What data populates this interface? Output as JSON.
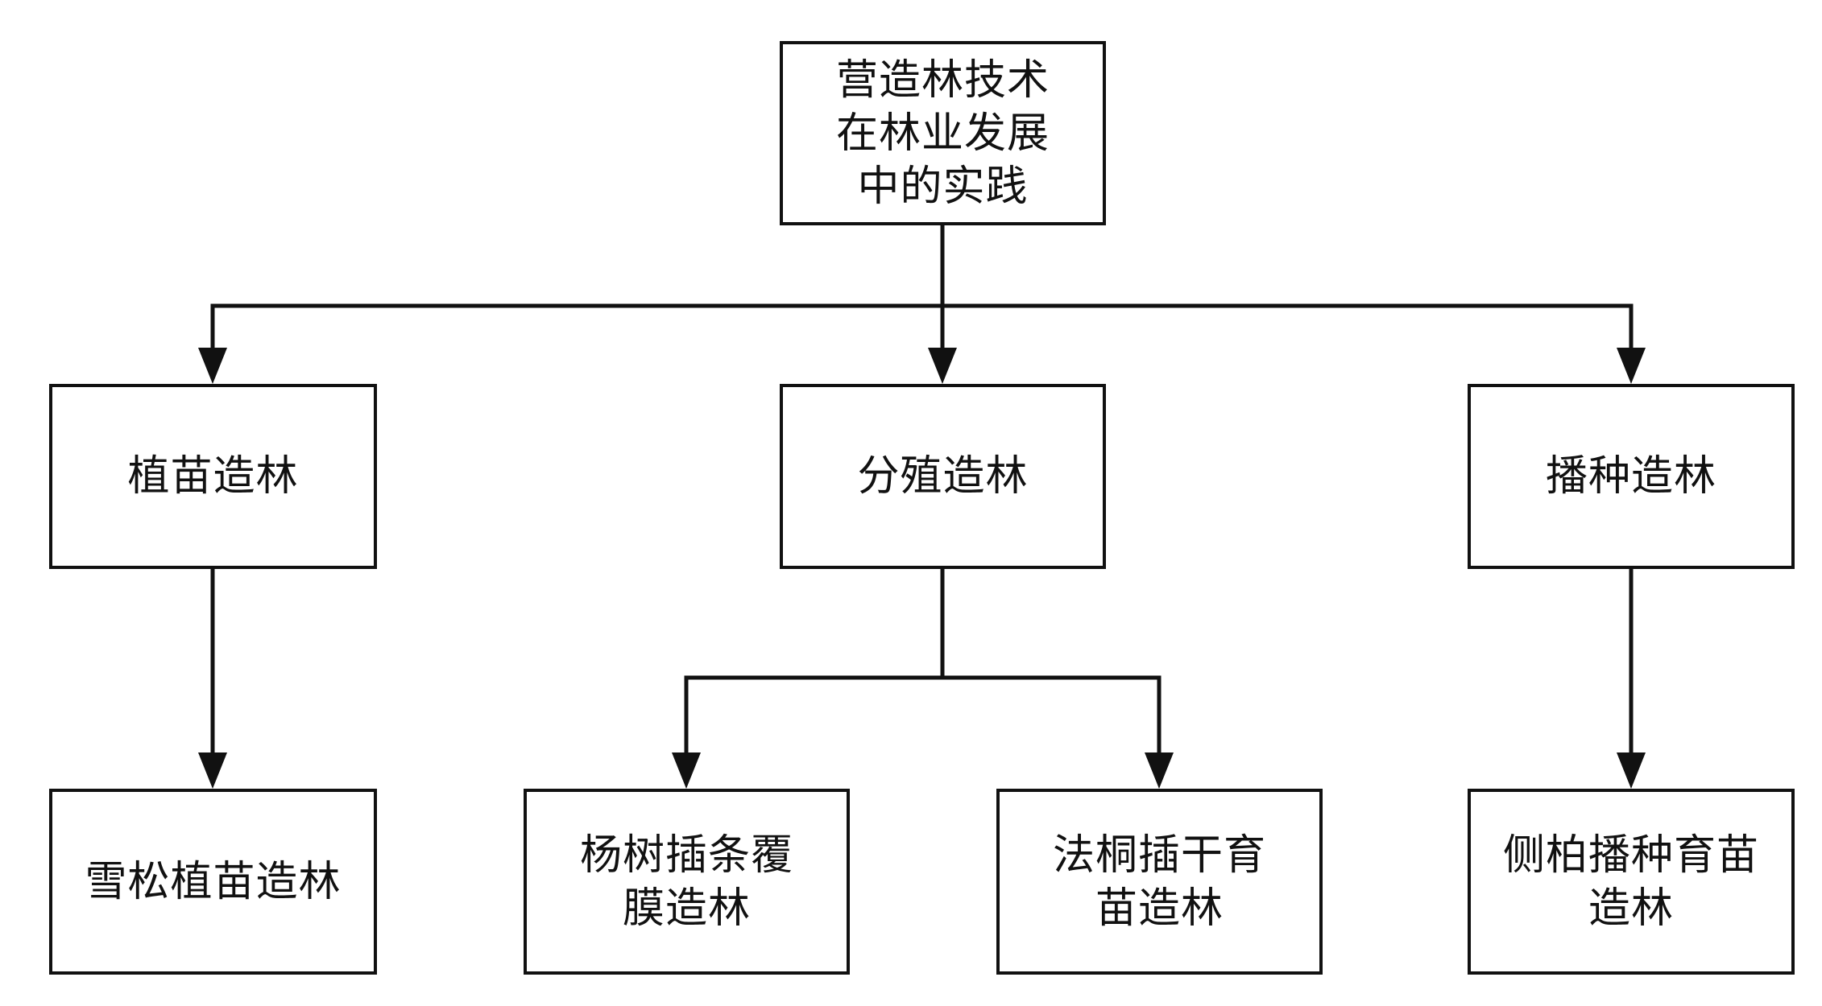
{
  "diagram": {
    "nodes": {
      "root": {
        "label": "营造林技术\n在林业发展\n中的实践"
      },
      "planting": {
        "label": "植苗造林"
      },
      "propagation": {
        "label": "分殖造林"
      },
      "sowing": {
        "label": "播种造林"
      },
      "cedar": {
        "label": "雪松植苗造林"
      },
      "poplar": {
        "label": "杨树插条覆\n膜造林"
      },
      "paulownia": {
        "label": "法桐插干育\n苗造林"
      },
      "cypress": {
        "label": "侧柏播种育苗\n造林"
      }
    },
    "edges": [
      {
        "from": "root",
        "to": "planting"
      },
      {
        "from": "root",
        "to": "propagation"
      },
      {
        "from": "root",
        "to": "sowing"
      },
      {
        "from": "planting",
        "to": "cedar"
      },
      {
        "from": "propagation",
        "to": "poplar"
      },
      {
        "from": "propagation",
        "to": "paulownia"
      },
      {
        "from": "sowing",
        "to": "cypress"
      }
    ],
    "colors": {
      "stroke": "#111111",
      "background": "#ffffff"
    }
  }
}
